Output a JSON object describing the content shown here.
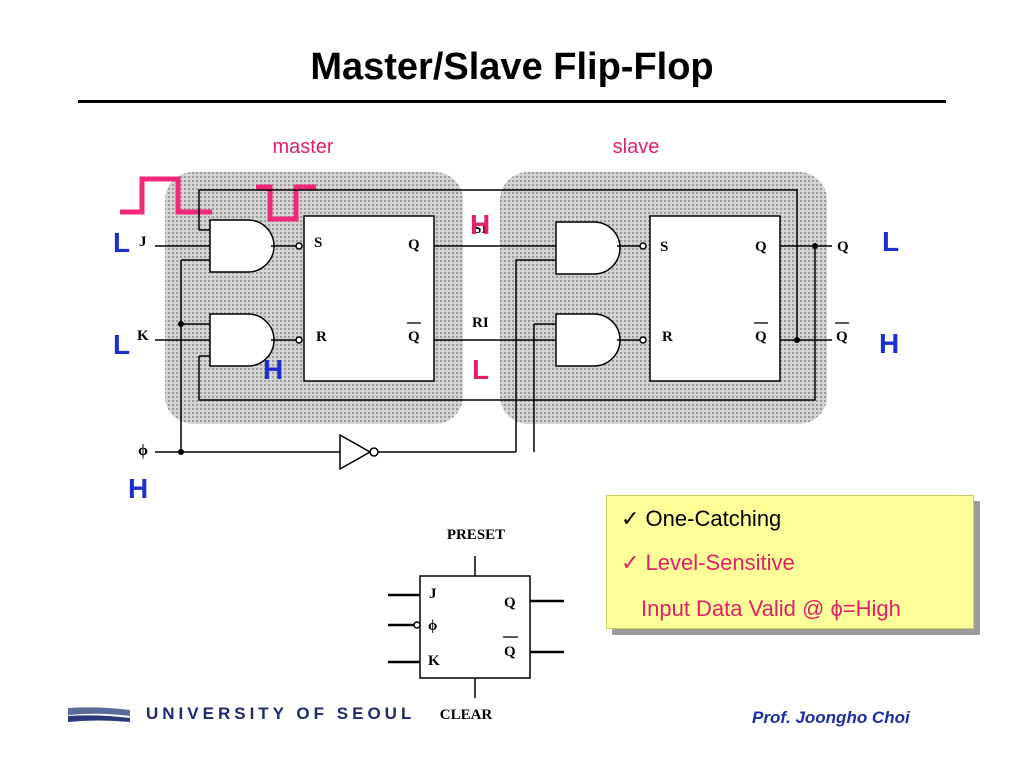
{
  "title": "Master/Slave Flip-Flop",
  "section_labels": {
    "master": "master",
    "slave": "slave"
  },
  "pins": {
    "J": "J",
    "K": "K",
    "S": "S",
    "R": "R",
    "Q": "Q",
    "Qbar": "Q",
    "SI": "SI",
    "RI": "RI",
    "phi": "ϕ"
  },
  "levels": {
    "J": "L",
    "K": "L",
    "SI": "H",
    "RI": "L",
    "master_r": "H",
    "phi": "H",
    "Q": "L",
    "Qbar": "H"
  },
  "symbol": {
    "preset": "PRESET",
    "clear": "CLEAR",
    "J": "J",
    "phi": "ϕ",
    "K": "K",
    "Q": "Q",
    "Qbar": "Q"
  },
  "notes": [
    "✓ One-Catching",
    "✓ Level-Sensitive",
    "Input Data Valid @ ϕ=High"
  ],
  "footer": {
    "school": "UNIVERSITY OF SEOUL",
    "author": "Prof. Joongho Choi"
  },
  "colors": {
    "level_blue": "#1f2fcf",
    "level_pink": "#e0206a",
    "pulse": "#f0287a",
    "shading": "#c8c8c8"
  }
}
